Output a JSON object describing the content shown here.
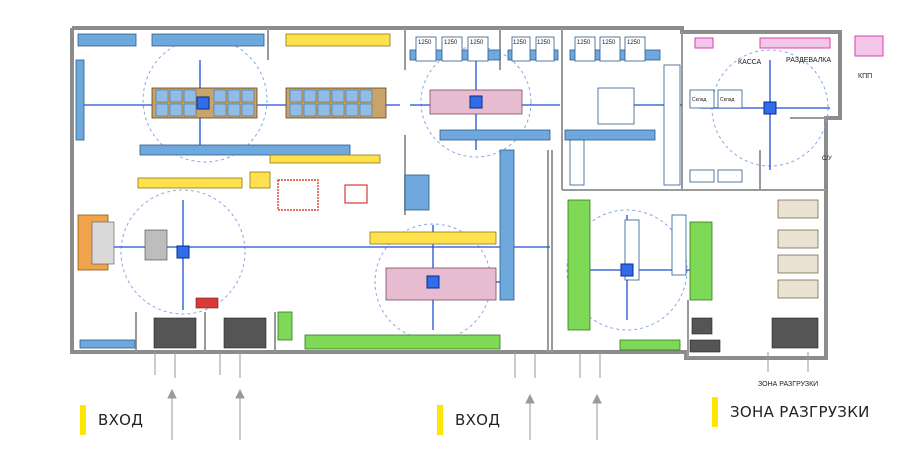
{
  "labels": {
    "kassa": "КАССА",
    "razdevalka": "РАЗДЕВАЛКА",
    "kpp": "КПП",
    "su": "С/У",
    "zona_razgruzki_small": "ЗОНА РАЗГРУЗКИ",
    "rack_value": "1250",
    "sklad": "Склад"
  },
  "legend": {
    "entrance_1": "ВХОД",
    "entrance_2": "ВХОД",
    "unloading_zone": "ЗОНА РАЗГРУЗКИ"
  },
  "colors": {
    "wall": "#8a8a8a",
    "shelf_blue": "#6fa8dc",
    "shelf_yellow": "#ffe04d",
    "shelf_green": "#7ed957",
    "shelf_pink": "#e8bcd0",
    "shelf_brown": "#c8a36a",
    "path_blue": "#1f4fd6",
    "accent_yellow": "#ffe600",
    "orange": "#f0a34a",
    "magenta": "#d93fb0"
  }
}
